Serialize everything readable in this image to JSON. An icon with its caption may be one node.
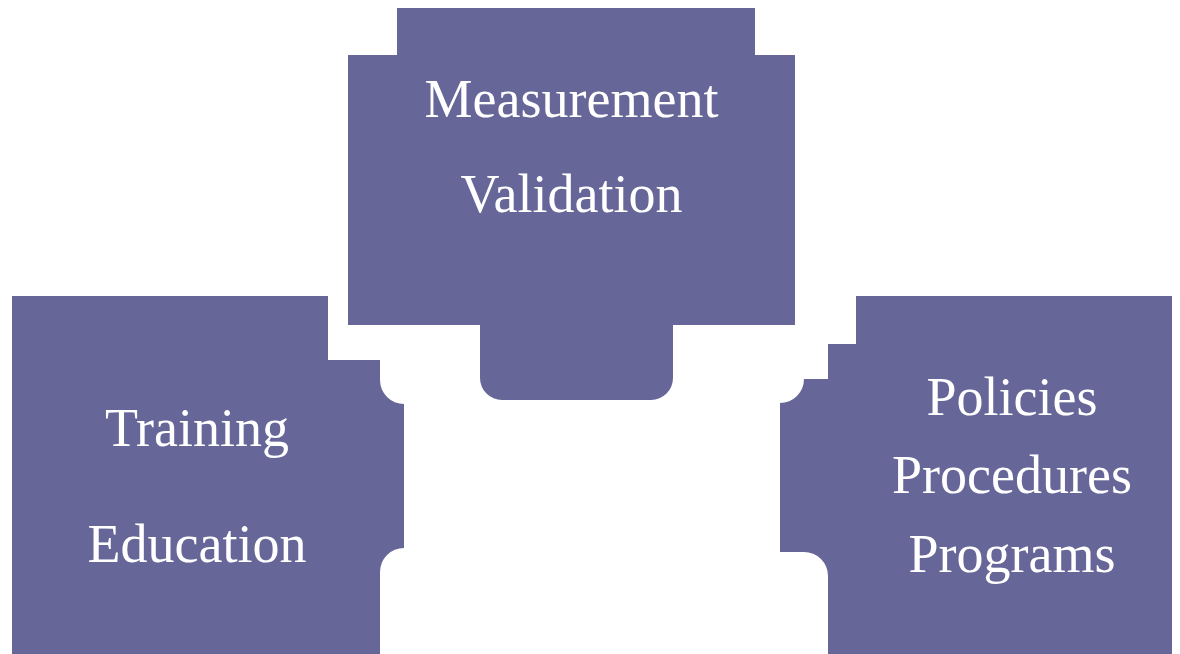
{
  "diagram": {
    "nodes": [
      {
        "text": [
          "Measurement Validation"
        ]
      },
      {
        "text": [
          "Training Education"
        ]
      },
      {
        "text": [
          "Policies Procedures Programs"
        ]
      }
    ]
  }
}
